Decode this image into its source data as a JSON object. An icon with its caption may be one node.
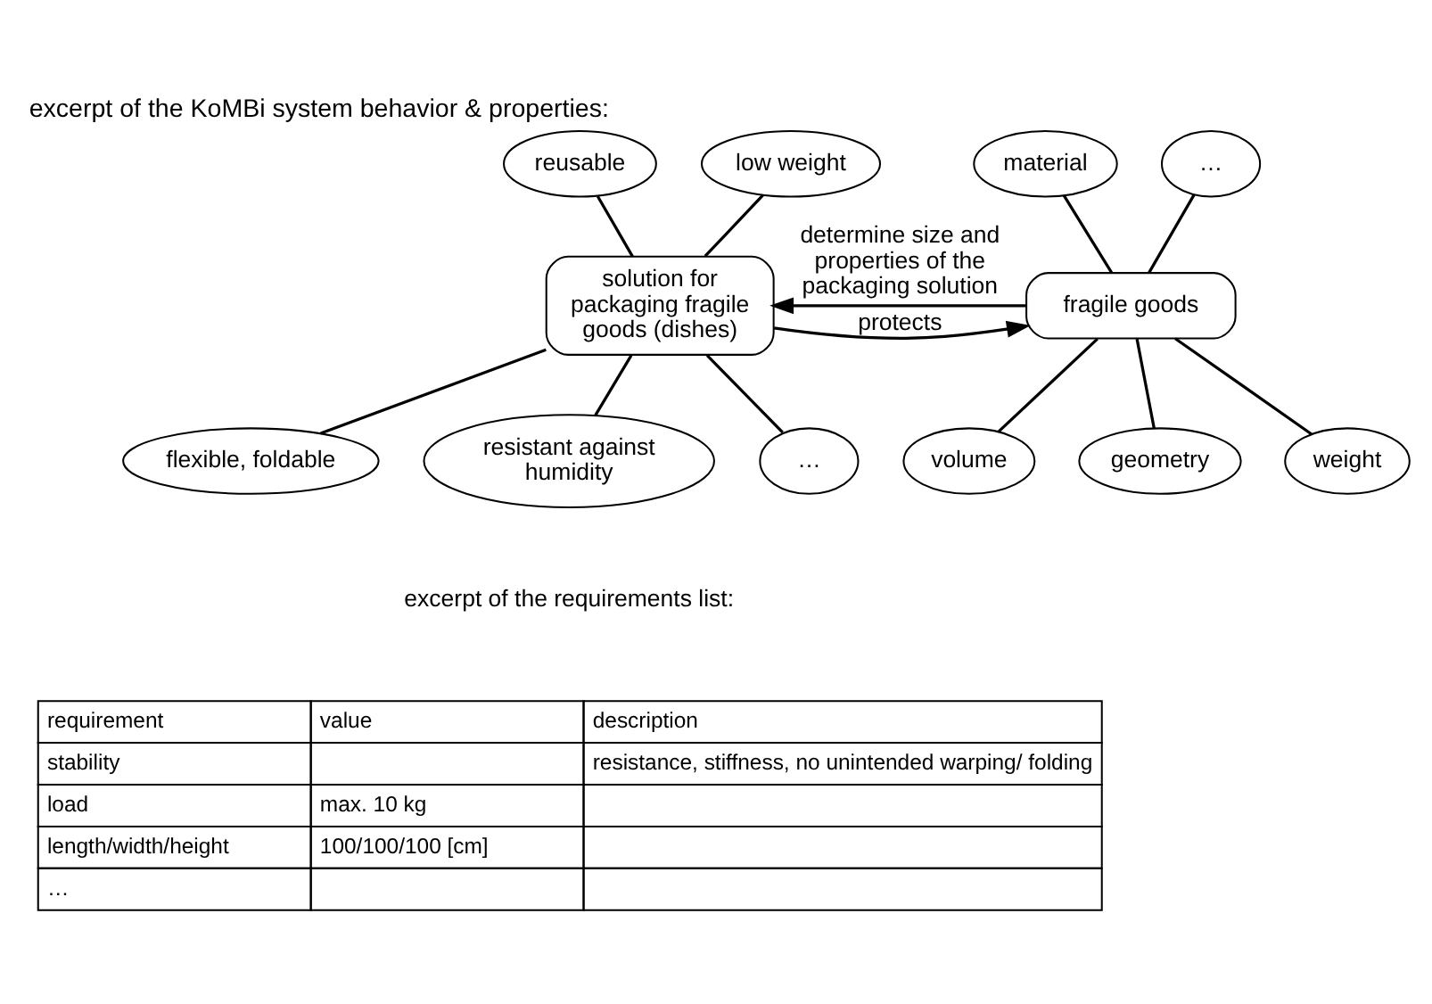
{
  "diagram": {
    "title": "excerpt of the KoMBi system behavior & properties:",
    "nodes": [
      {
        "text": [
          "solution for packaging fragile goods (dishes)"
        ]
      },
      {
        "text": [
          "fragile goods"
        ]
      },
      {
        "text": [
          "reusable"
        ]
      },
      {
        "text": [
          "low weight"
        ]
      },
      {
        "text": [
          "flexible, foldable"
        ]
      },
      {
        "text": [
          "resistant against humidity"
        ]
      },
      {
        "text": [
          "…"
        ]
      },
      {
        "text": [
          "material"
        ]
      },
      {
        "text": [
          "…"
        ]
      },
      {
        "text": [
          "volume"
        ]
      },
      {
        "text": [
          "geometry"
        ]
      },
      {
        "text": [
          "weight"
        ]
      }
    ],
    "edges": [
      {
        "from": 0,
        "to": 1,
        "arrow": "to",
        "label": "protects"
      },
      {
        "from": 1,
        "to": 0,
        "arrow": "to",
        "label": "determine size and properties of the packaging solution"
      },
      {
        "from": 2,
        "to": 0,
        "arrow": "none"
      },
      {
        "from": 3,
        "to": 0,
        "arrow": "none"
      },
      {
        "from": 0,
        "to": 4,
        "arrow": "none"
      },
      {
        "from": 0,
        "to": 5,
        "arrow": "none"
      },
      {
        "from": 0,
        "to": 6,
        "arrow": "none"
      },
      {
        "from": 7,
        "to": 1,
        "arrow": "none"
      },
      {
        "from": 8,
        "to": 1,
        "arrow": "none"
      },
      {
        "from": 1,
        "to": 9,
        "arrow": "none"
      },
      {
        "from": 1,
        "to": 10,
        "arrow": "none"
      },
      {
        "from": 1,
        "to": 11,
        "arrow": "none"
      }
    ],
    "labels": [
      "excerpt of the requirements list:",
      "requirement",
      "value",
      "description",
      "stability",
      "resistance, stiffness, no unintended warping/ folding",
      "load",
      "max. 10 kg",
      "length/width/height",
      "100/100/100 [cm]",
      "…"
    ]
  }
}
